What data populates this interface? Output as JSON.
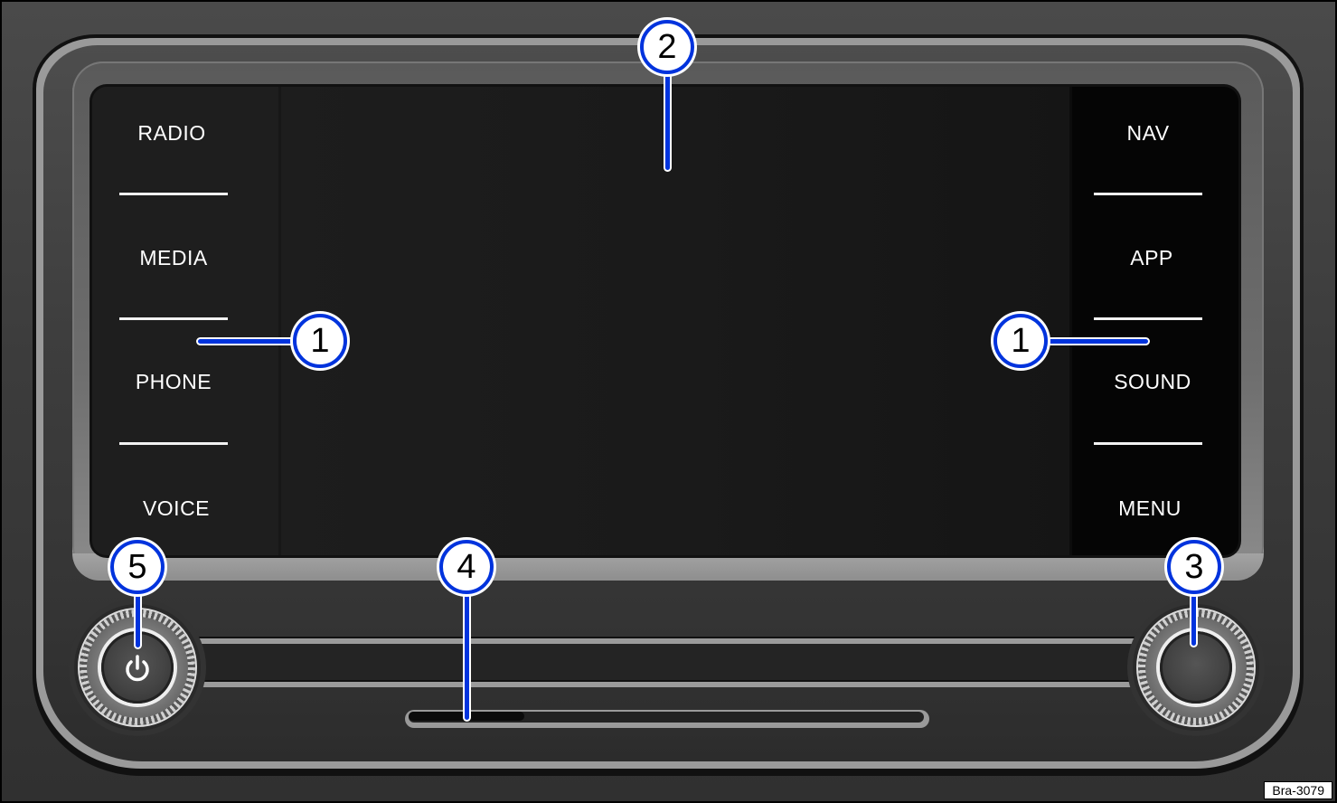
{
  "device": {
    "left_menu": [
      {
        "label": "RADIO"
      },
      {
        "label": "MEDIA"
      },
      {
        "label": "PHONE"
      },
      {
        "label": "VOICE"
      }
    ],
    "right_menu": [
      {
        "label": "NAV"
      },
      {
        "label": "APP"
      },
      {
        "label": "SOUND"
      },
      {
        "label": "MENU"
      }
    ],
    "power_icon": "power-icon",
    "display_area": "touchscreen",
    "right_knob": "rotary-knob",
    "card_slot": "slot"
  },
  "callouts": [
    {
      "number": "1",
      "target": "left-menu-buttons"
    },
    {
      "number": "1",
      "target": "right-menu-buttons"
    },
    {
      "number": "2",
      "target": "touchscreen"
    },
    {
      "number": "3",
      "target": "right-knob"
    },
    {
      "number": "4",
      "target": "slot"
    },
    {
      "number": "5",
      "target": "power-volume-knob"
    }
  ],
  "reference_code": "Bra-3079",
  "colors": {
    "callout_border": "#0033dd",
    "bezel": "#3e3e3e",
    "screen": "#1c1c1c"
  }
}
